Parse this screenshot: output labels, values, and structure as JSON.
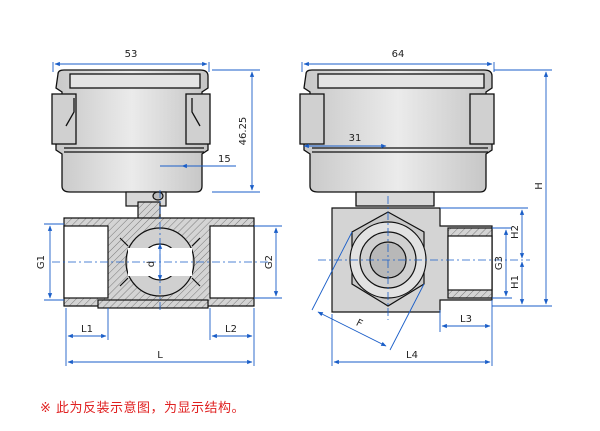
{
  "left_view": {
    "width_label": "53",
    "height_label": "46.25",
    "offset_label": "15",
    "thread_left_label": "G1",
    "thread_right_label": "G2",
    "bore_label": "d",
    "l1_label": "L1",
    "l2_label": "L2",
    "length_label": "L"
  },
  "right_view": {
    "width_label": "64",
    "offset_label": "31",
    "height_label": "H",
    "h2_label": "H2",
    "h1_label": "H1",
    "thread_label": "G3",
    "l3_label": "L3",
    "l4_label": "L4",
    "flat_label": "F"
  },
  "note": {
    "symbol": "※",
    "text": "此为反装示意图，为显示结构。"
  },
  "colors": {
    "dimension_line": "#1a5ec8",
    "outline": "#111111",
    "actuator_body": "#d8d8d8",
    "body_fill": "#cfcfcf",
    "hatch": "#777777",
    "note": "#e02020"
  }
}
